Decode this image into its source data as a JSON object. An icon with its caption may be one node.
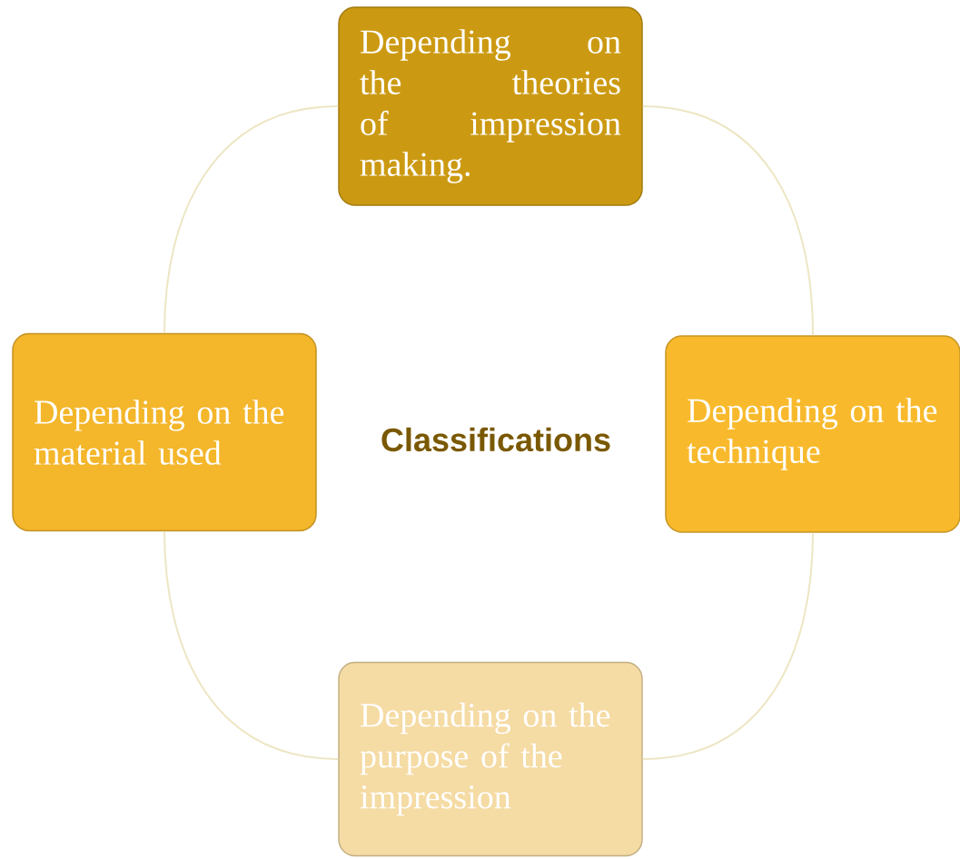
{
  "diagram": {
    "nodes": [
      {
        "text": [
          "Depending on the theories of impression making."
        ]
      },
      {
        "text": [
          "Depending on the technique"
        ]
      },
      {
        "text": [
          "Depending on the purpose of the impression"
        ]
      },
      {
        "text": [
          "Depending on the material used"
        ]
      }
    ],
    "edges": [
      {
        "from": 0,
        "to": 1,
        "arrow": "none"
      },
      {
        "from": 1,
        "to": 2,
        "arrow": "none"
      },
      {
        "from": 2,
        "to": 3,
        "arrow": "none"
      },
      {
        "from": 3,
        "to": 0,
        "arrow": "none"
      }
    ],
    "labels": [
      "Classifications"
    ]
  }
}
